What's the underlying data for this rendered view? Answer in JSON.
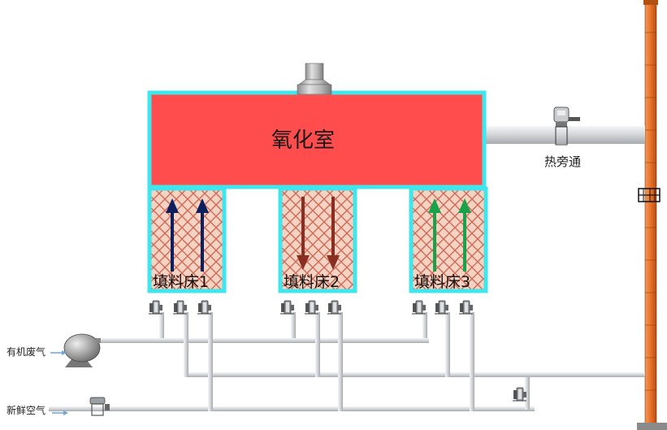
{
  "oxidation_chamber": {
    "label": "氧化室",
    "fill_color": "#ff4d4d",
    "border_color": "#3fe6ec"
  },
  "packed_beds": [
    {
      "label": "填料床1",
      "flow_direction": "up",
      "arrow_color": "#0d1f5c"
    },
    {
      "label": "填料床2",
      "flow_direction": "down",
      "arrow_color": "#8b2e22"
    },
    {
      "label": "填料床3",
      "flow_direction": "up",
      "arrow_color": "#1aa24a"
    }
  ],
  "hot_bypass": {
    "label": "热旁通"
  },
  "inlets": {
    "waste_gas": {
      "label": "有机废气"
    },
    "fresh_air": {
      "label": "新鲜空气"
    }
  },
  "icons": {
    "valve": "valve-icon",
    "fan": "fan-icon",
    "chimney": "chimney-icon",
    "burner": "burner-icon"
  },
  "colors": {
    "pipe": "#d9dcde",
    "pipe_edge": "#a4a9ad",
    "chimney": "#e8702a",
    "brick_fill": "#f4d3c4",
    "brick_hatch": "#cf6a55"
  }
}
